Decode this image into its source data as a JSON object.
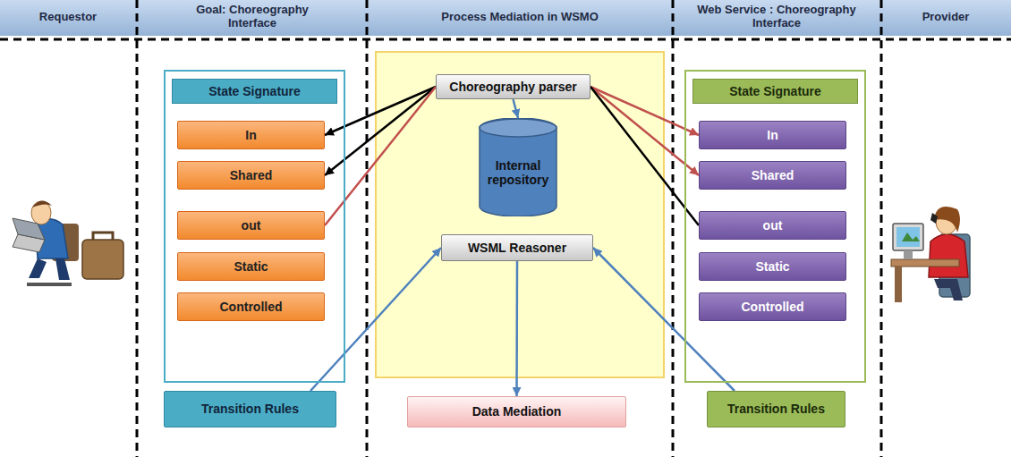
{
  "diagram": {
    "nodes": [
      {
        "text": [
          "State Signature"
        ]
      },
      {
        "text": [
          "In"
        ],
        "in": 0
      },
      {
        "text": [
          "Shared"
        ],
        "in": 0
      },
      {
        "text": [
          "out"
        ],
        "in": 0
      },
      {
        "text": [
          "Static"
        ],
        "in": 0
      },
      {
        "text": [
          "Controlled"
        ],
        "in": 0
      },
      {
        "text": [
          "Transition Rules"
        ]
      },
      {
        "text": [
          "Choreography parser"
        ]
      },
      {
        "text": [
          "Internal repository"
        ]
      },
      {
        "text": [
          "WSML Reasoner"
        ]
      },
      {
        "text": [
          "Data Mediation"
        ]
      },
      {
        "text": [
          "State Signature"
        ]
      },
      {
        "text": [
          "In"
        ],
        "in": 11
      },
      {
        "text": [
          "Shared"
        ],
        "in": 11
      },
      {
        "text": [
          "out"
        ],
        "in": 11
      },
      {
        "text": [
          "Static"
        ],
        "in": 11
      },
      {
        "text": [
          "Controlled"
        ],
        "in": 11
      },
      {
        "text": [
          "Transition Rules"
        ]
      }
    ],
    "edges": [
      {
        "from": 7,
        "to": 1,
        "arrow": "to"
      },
      {
        "from": 7,
        "to": 2,
        "arrow": "to"
      },
      {
        "from": 3,
        "to": 7,
        "arrow": "none"
      },
      {
        "from": 7,
        "to": 12,
        "arrow": "to"
      },
      {
        "from": 7,
        "to": 13,
        "arrow": "to"
      },
      {
        "from": 14,
        "to": 7,
        "arrow": "none"
      },
      {
        "from": 7,
        "to": 8,
        "arrow": "to"
      },
      {
        "from": 6,
        "to": 9,
        "arrow": "to"
      },
      {
        "from": 17,
        "to": 9,
        "arrow": "to"
      },
      {
        "from": 9,
        "to": 10,
        "arrow": "to"
      }
    ],
    "labels": [
      "Requestor",
      "Goal: Choreography Interface",
      "Process Mediation in WSMO",
      "Web Service : Choreography Interface",
      "Provider"
    ]
  }
}
